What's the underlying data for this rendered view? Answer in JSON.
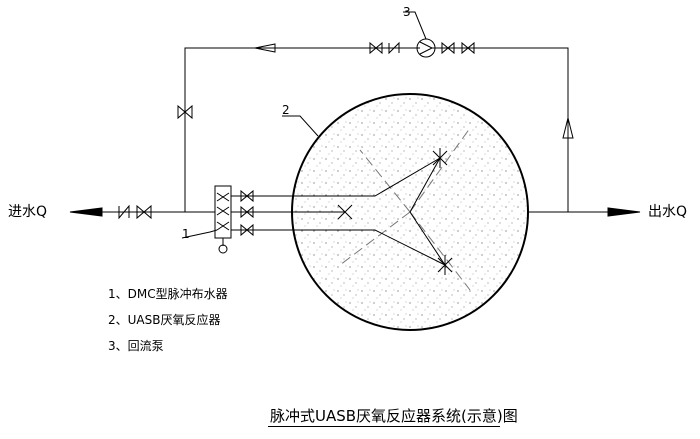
{
  "labels": {
    "inlet": "进水Q",
    "outlet": "出水Q",
    "num1": "1",
    "num2": "2",
    "num3": "3"
  },
  "legend": [
    "1、DMC型脉冲布水器",
    "2、UASB厌氧反应器",
    "3、回流泵"
  ],
  "caption": "脉冲式UASB厌氧反应器系统(示意)图"
}
